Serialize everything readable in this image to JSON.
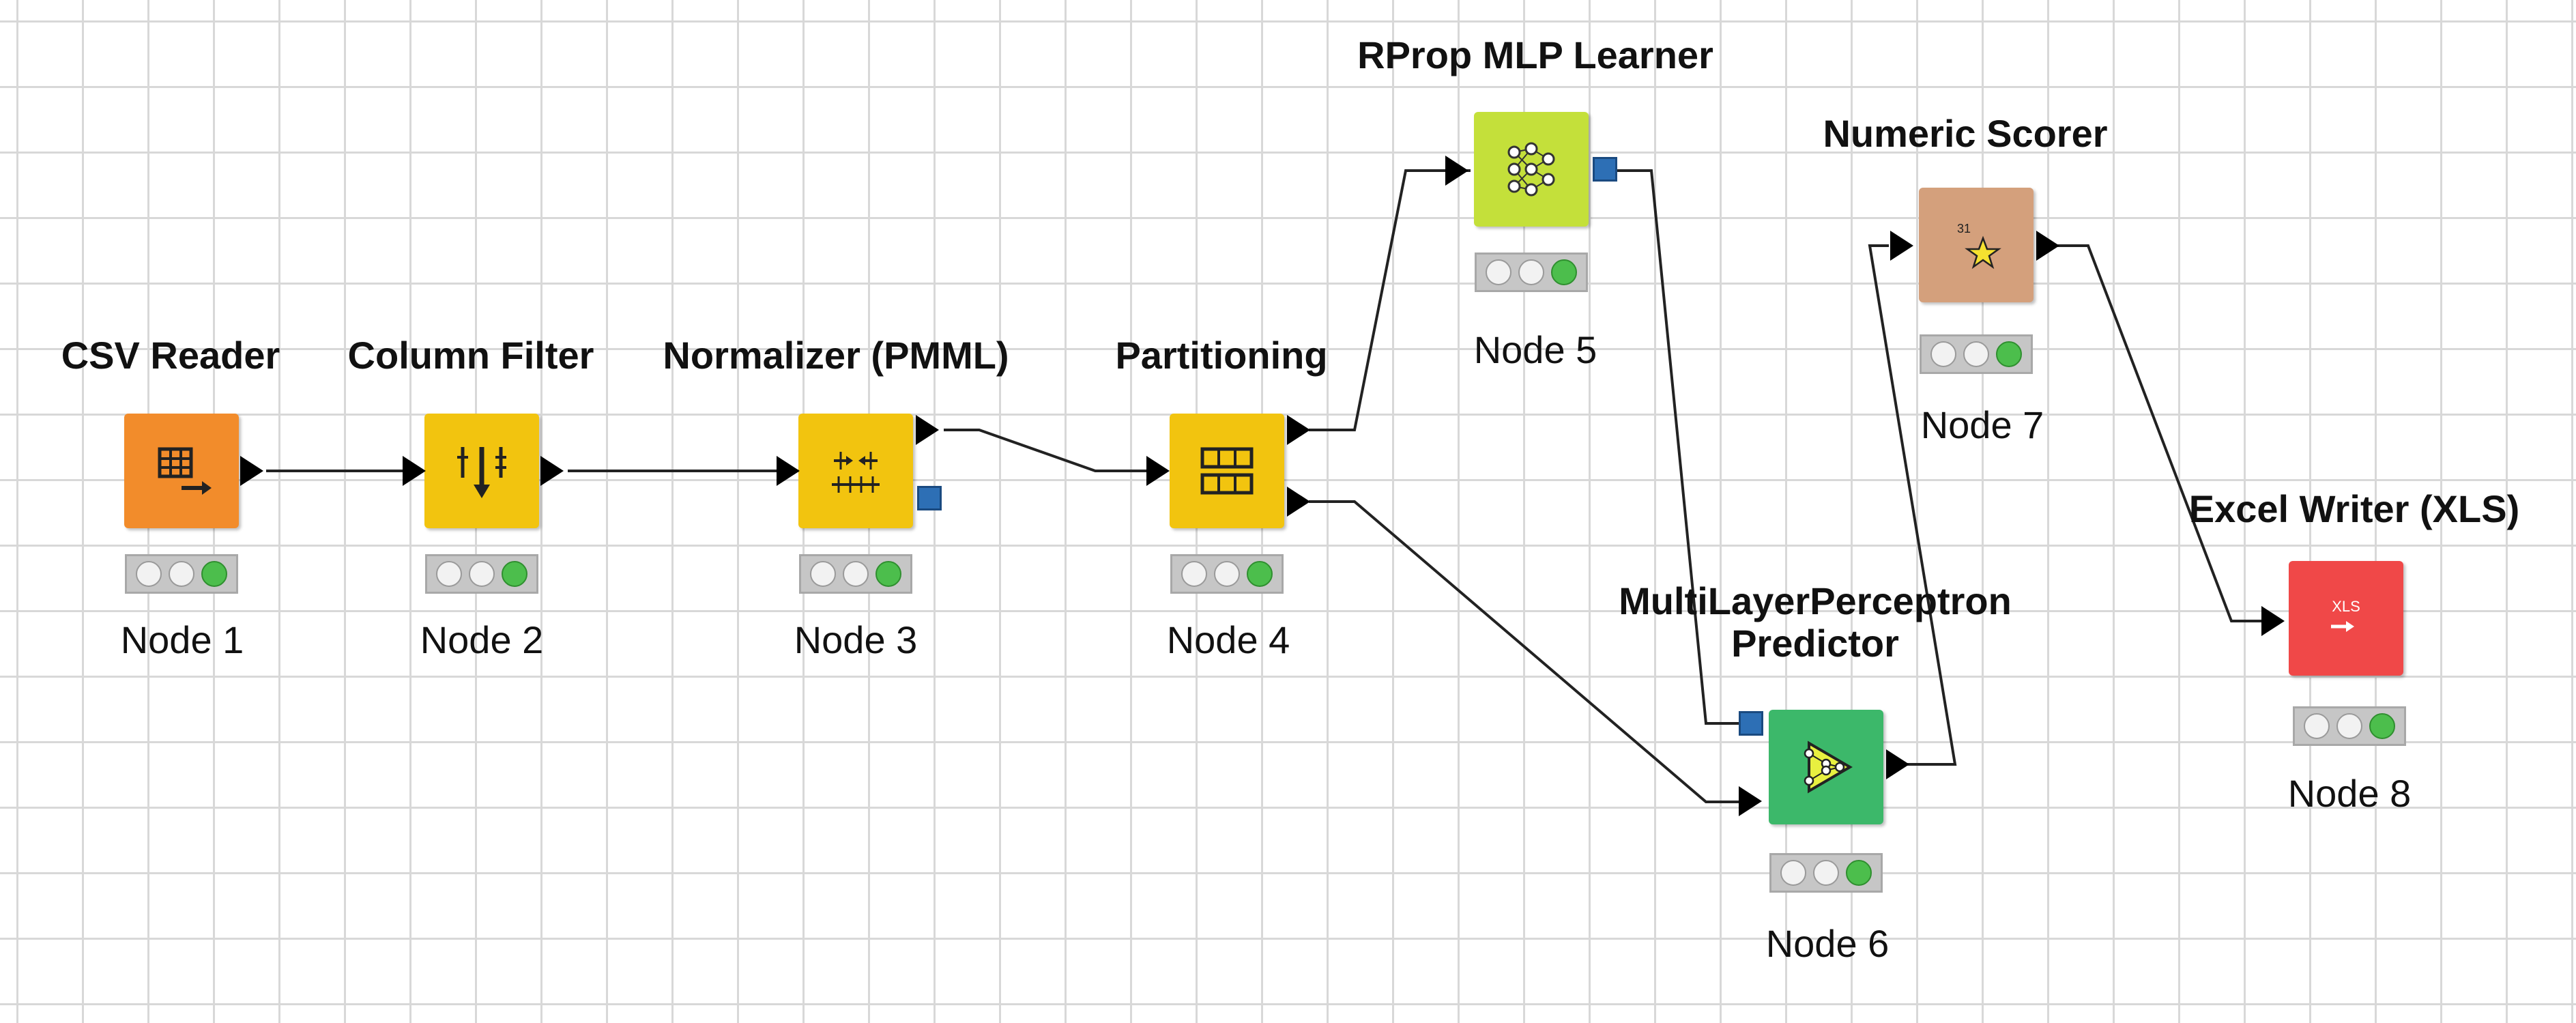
{
  "workflow": {
    "nodes": [
      {
        "id": "n1",
        "title": "CSV Reader",
        "label": "Node 1",
        "color": "#f28c2b",
        "icon": "table-arrow-icon"
      },
      {
        "id": "n2",
        "title": "Column Filter",
        "label": "Node 2",
        "color": "#f2c40f",
        "icon": "column-filter-icon"
      },
      {
        "id": "n3",
        "title": "Normalizer (PMML)",
        "label": "Node 3",
        "color": "#f2c40f",
        "icon": "normalizer-icon"
      },
      {
        "id": "n4",
        "title": "Partitioning",
        "label": "Node 4",
        "color": "#f2c40f",
        "icon": "partition-icon"
      },
      {
        "id": "n5",
        "title": "RProp MLP Learner",
        "label": "Node 5",
        "color": "#c4e03a",
        "icon": "neural-net-icon"
      },
      {
        "id": "n6",
        "title": "MultiLayerPerceptron Predictor",
        "label": "Node 6",
        "color": "#3cb86a",
        "icon": "predictor-icon"
      },
      {
        "id": "n7",
        "title": "Numeric Scorer",
        "label": "Node 7",
        "color": "#d4a07c",
        "icon": "scorer-star-icon"
      },
      {
        "id": "n8",
        "title": "Excel Writer (XLS)",
        "label": "Node 8",
        "color": "#f04848",
        "icon": "xls-writer-icon"
      }
    ],
    "icon_text": {
      "scorer": "31",
      "xls": "XLS"
    },
    "status_colors": {
      "idle": "#f2f2f2",
      "ok": "#4cbe4c"
    },
    "connection_color": "#222222",
    "port_color": "#2d6fb5"
  }
}
